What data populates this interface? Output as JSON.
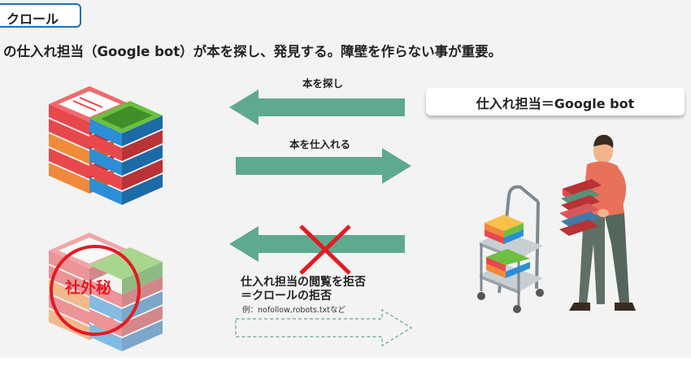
{
  "badge": "クロール",
  "headline": "の仕入れ担当（Google bot）が本を探し、発見する。障壁を作らない事が重要。",
  "role_box": "仕入れ担当＝Google bot",
  "arrows": {
    "search": "本を探し",
    "stock": "本を仕入れる"
  },
  "refusal": {
    "line1": "仕入れ担当の閲覧を拒否",
    "line2": "＝クロールの拒否",
    "example": "例：nofollow,robots.txtなど"
  },
  "stamp": "社外秘",
  "colors": {
    "arrow": "#5fa98e",
    "cross": "#e31b23",
    "badge_border": "#1f6fb5",
    "red_book": "#e8484c",
    "blue_book": "#2b8ed6",
    "green_book": "#6dbf3f"
  },
  "icons": [
    "books-icon",
    "confidential-books-icon",
    "book-cart-icon",
    "person-carrying-books-icon",
    "cross-icon"
  ]
}
